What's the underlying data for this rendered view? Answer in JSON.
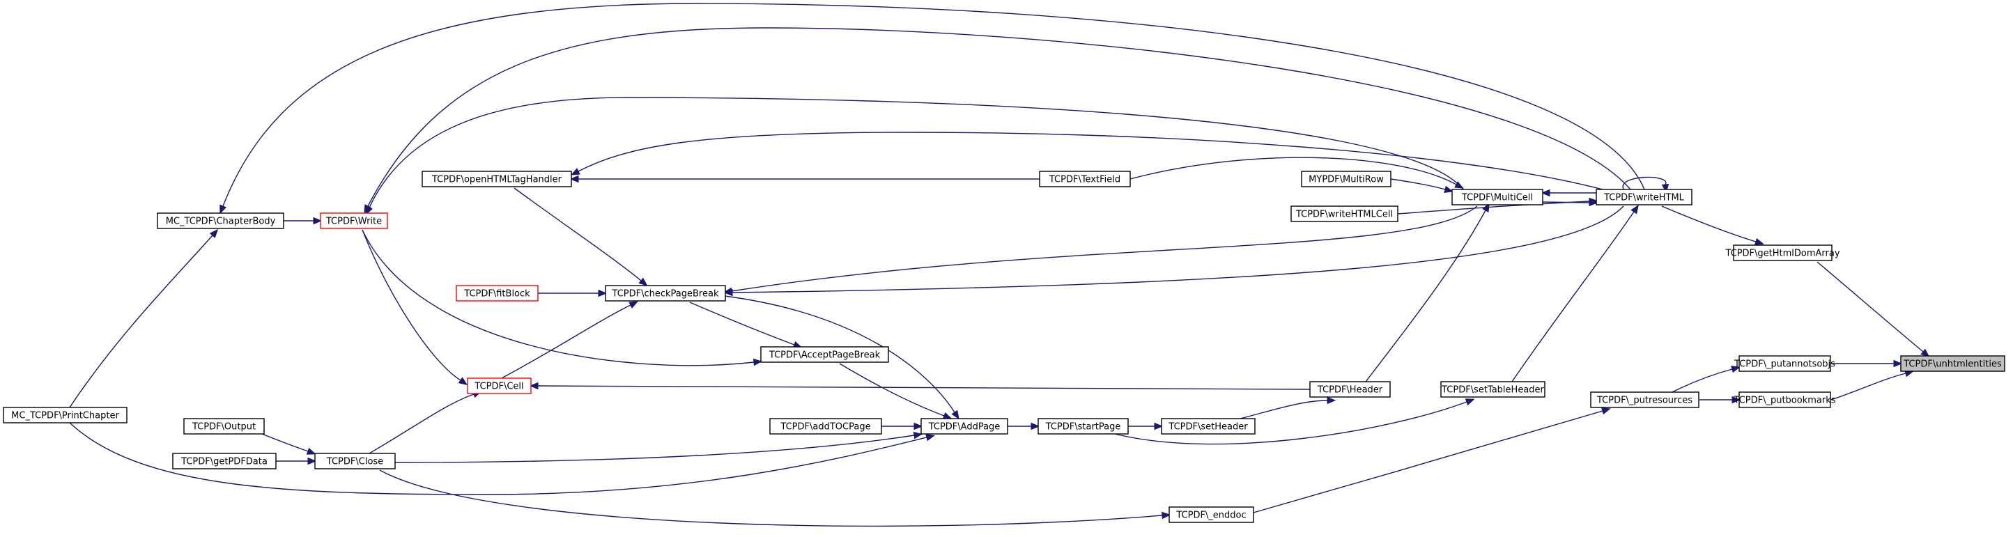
{
  "graph": {
    "nodes": [
      {
        "id": "unhtmlentities",
        "label": "TCPDF\\unhtmlentities",
        "style": "root"
      },
      {
        "id": "getHtmlDomArray",
        "label": "TCPDF\\getHtmlDomArray",
        "style": "normal"
      },
      {
        "id": "putannotsobjs",
        "label": "TCPDF\\_putannotsobjs",
        "style": "normal"
      },
      {
        "id": "putbookmarks",
        "label": "TCPDF\\_putbookmarks",
        "style": "normal"
      },
      {
        "id": "writeHTML",
        "label": "TCPDF\\writeHTML",
        "style": "normal"
      },
      {
        "id": "putresources",
        "label": "TCPDF\\_putresources",
        "style": "normal"
      },
      {
        "id": "MultiCell",
        "label": "TCPDF\\MultiCell",
        "style": "normal"
      },
      {
        "id": "setTableHeader",
        "label": "TCPDF\\setTableHeader",
        "style": "normal"
      },
      {
        "id": "MultiRow",
        "label": "MYPDF\\MultiRow",
        "style": "normal"
      },
      {
        "id": "writeHTMLCell",
        "label": "TCPDF\\writeHTMLCell",
        "style": "normal"
      },
      {
        "id": "Header",
        "label": "TCPDF\\Header",
        "style": "normal"
      },
      {
        "id": "TextField",
        "label": "TCPDF\\TextField",
        "style": "normal"
      },
      {
        "id": "setHeader",
        "label": "TCPDF\\setHeader",
        "style": "normal"
      },
      {
        "id": "enddoc",
        "label": "TCPDF\\_enddoc",
        "style": "normal"
      },
      {
        "id": "startPage",
        "label": "TCPDF\\startPage",
        "style": "normal"
      },
      {
        "id": "AddPage",
        "label": "TCPDF\\AddPage",
        "style": "normal"
      },
      {
        "id": "AcceptPageBreak",
        "label": "TCPDF\\AcceptPageBreak",
        "style": "normal"
      },
      {
        "id": "addTOCPage",
        "label": "TCPDF\\addTOCPage",
        "style": "normal"
      },
      {
        "id": "checkPageBreak",
        "label": "TCPDF\\checkPageBreak",
        "style": "normal"
      },
      {
        "id": "openHTMLTagHandler",
        "label": "TCPDF\\openHTMLTagHandler",
        "style": "normal"
      },
      {
        "id": "fitBlock",
        "label": "TCPDF\\fitBlock",
        "style": "red"
      },
      {
        "id": "Cell",
        "label": "TCPDF\\Cell",
        "style": "red"
      },
      {
        "id": "Write",
        "label": "TCPDF\\Write",
        "style": "red"
      },
      {
        "id": "Close",
        "label": "TCPDF\\Close",
        "style": "normal"
      },
      {
        "id": "Output",
        "label": "TCPDF\\Output",
        "style": "normal"
      },
      {
        "id": "getPDFData",
        "label": "TCPDF\\getPDFData",
        "style": "normal"
      },
      {
        "id": "ChapterBody",
        "label": "MC_TCPDF\\ChapterBody",
        "style": "normal"
      },
      {
        "id": "PrintChapter",
        "label": "MC_TCPDF\\PrintChapter",
        "style": "normal"
      }
    ],
    "edges": [
      {
        "from": "getHtmlDomArray",
        "to": "unhtmlentities"
      },
      {
        "from": "putannotsobjs",
        "to": "unhtmlentities"
      },
      {
        "from": "putbookmarks",
        "to": "unhtmlentities"
      },
      {
        "from": "writeHTML",
        "to": "getHtmlDomArray"
      },
      {
        "from": "putresources",
        "to": "putannotsobjs"
      },
      {
        "from": "putresources",
        "to": "putbookmarks"
      },
      {
        "from": "writeHTML",
        "to": "writeHTML"
      },
      {
        "from": "MultiCell",
        "to": "writeHTML"
      },
      {
        "from": "setTableHeader",
        "to": "writeHTML"
      },
      {
        "from": "writeHTMLCell",
        "to": "writeHTML"
      },
      {
        "from": "enddoc",
        "to": "putresources"
      },
      {
        "from": "writeHTML",
        "to": "MultiCell"
      },
      {
        "from": "MultiRow",
        "to": "MultiCell"
      },
      {
        "from": "Header",
        "to": "MultiCell"
      },
      {
        "from": "TextField",
        "to": "MultiCell"
      },
      {
        "from": "startPage",
        "to": "setTableHeader"
      },
      {
        "from": "setHeader",
        "to": "Header"
      },
      {
        "from": "startPage",
        "to": "setHeader"
      },
      {
        "from": "AddPage",
        "to": "startPage"
      },
      {
        "from": "Close",
        "to": "enddoc"
      },
      {
        "from": "AcceptPageBreak",
        "to": "AddPage"
      },
      {
        "from": "addTOCPage",
        "to": "AddPage"
      },
      {
        "from": "checkPageBreak",
        "to": "AddPage"
      },
      {
        "from": "Close",
        "to": "AddPage"
      },
      {
        "from": "PrintChapter",
        "to": "AddPage"
      },
      {
        "from": "checkPageBreak",
        "to": "AcceptPageBreak"
      },
      {
        "from": "Write",
        "to": "AcceptPageBreak"
      },
      {
        "from": "Cell",
        "to": "checkPageBreak"
      },
      {
        "from": "fitBlock",
        "to": "checkPageBreak"
      },
      {
        "from": "MultiCell",
        "to": "checkPageBreak"
      },
      {
        "from": "writeHTML",
        "to": "checkPageBreak"
      },
      {
        "from": "openHTMLTagHandler",
        "to": "checkPageBreak"
      },
      {
        "from": "TextField",
        "to": "openHTMLTagHandler"
      },
      {
        "from": "writeHTML",
        "to": "openHTMLTagHandler"
      },
      {
        "from": "Header",
        "to": "Cell"
      },
      {
        "from": "Write",
        "to": "Cell"
      },
      {
        "from": "Close",
        "to": "Cell"
      },
      {
        "from": "ChapterBody",
        "to": "Write"
      },
      {
        "from": "MultiCell",
        "to": "Write"
      },
      {
        "from": "writeHTML",
        "to": "Write"
      },
      {
        "from": "Output",
        "to": "Close"
      },
      {
        "from": "getPDFData",
        "to": "Close"
      },
      {
        "from": "PrintChapter",
        "to": "ChapterBody"
      },
      {
        "from": "writeHTML",
        "to": "ChapterBody"
      }
    ]
  },
  "colors": {
    "edge": "#191970",
    "node_border": "#000000",
    "node_border_highlight": "#ff0000",
    "root_fill": "#bfbfbf",
    "node_fill": "#ffffff"
  }
}
